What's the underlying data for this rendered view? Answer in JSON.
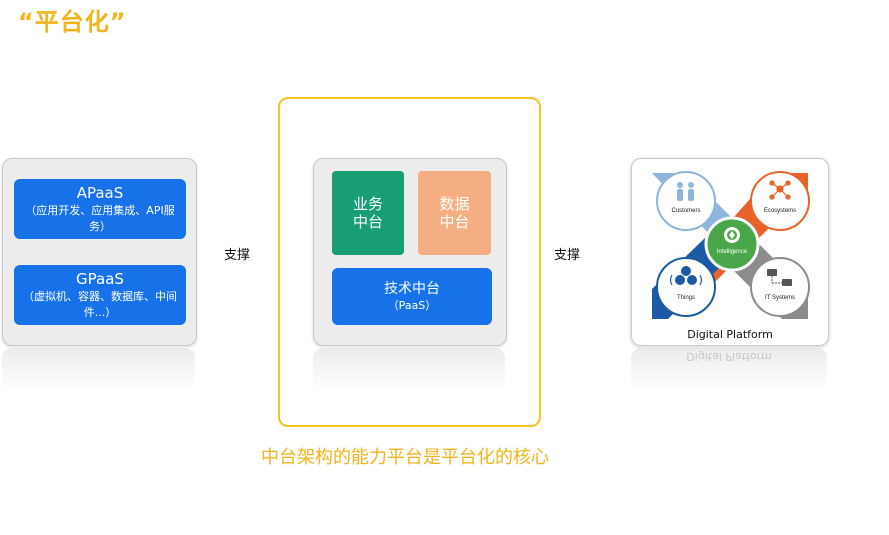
{
  "title": "“平台化”",
  "left_panel": {
    "apaas": {
      "name": "APaaS",
      "detail": "（应用开发、应用集成、API服务）"
    },
    "gpaas": {
      "name": "GPaaS",
      "detail": "（虚拟机、容器、数据库、中间件...）"
    }
  },
  "support_left": "支撑",
  "support_right": "支撑",
  "middle_panel": {
    "business": {
      "line1": "业务",
      "line2": "中台"
    },
    "data": {
      "line1": "数据",
      "line2": "中台"
    },
    "tech": {
      "name": "技术中台",
      "detail": "（PaaS）"
    }
  },
  "caption": "中台架构的能力平台是平台化的核心",
  "digital_platform": {
    "label": "Digital Platform",
    "quadrants": {
      "top_left": "Customers",
      "top_right": "Ecosystems",
      "bottom_left": "Things",
      "bottom_right": "IT Systems",
      "center": "Intelligence"
    }
  },
  "colors": {
    "accent_yellow": "#f5b41c",
    "blue": "#1771e8",
    "green": "#189d74",
    "orange": "#f4ae82",
    "dp_light_blue": "#8fb5dc",
    "dp_orange": "#e8622a",
    "dp_dark_blue": "#1c5aa6",
    "dp_gray": "#8c8c8c",
    "dp_green": "#4aa64a"
  }
}
